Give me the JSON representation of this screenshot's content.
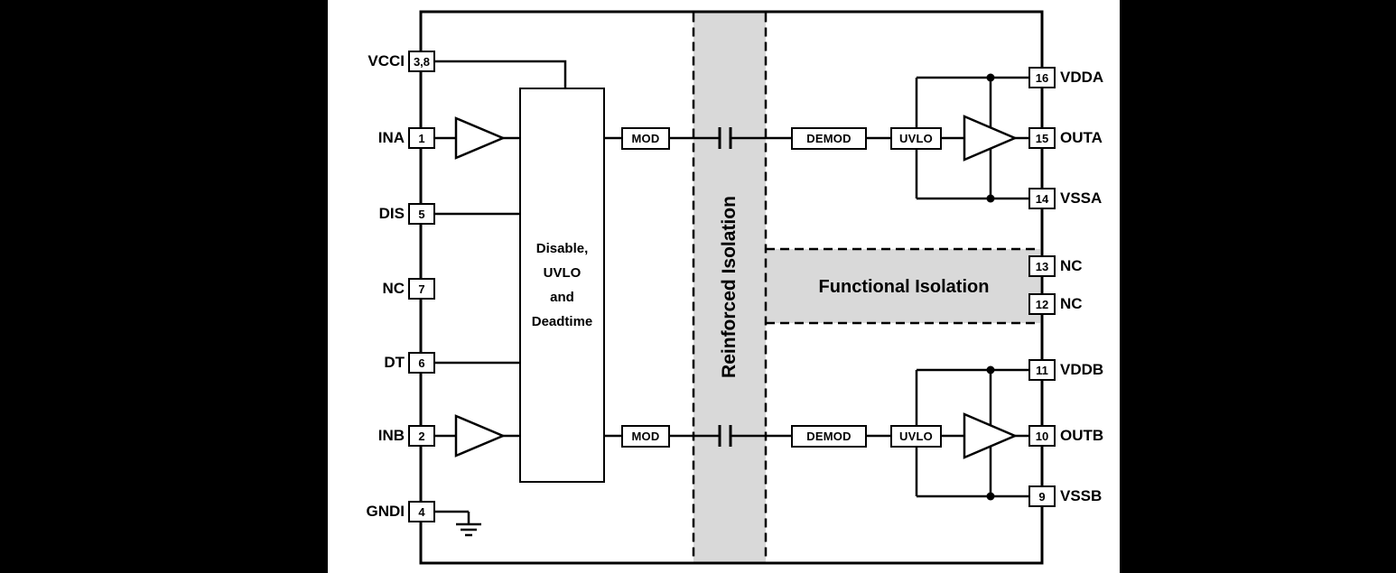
{
  "colors": {
    "background_matte": "#000000",
    "canvas": "#ffffff",
    "line": "#000000",
    "isolation_fill": "#d9d9d9"
  },
  "pins": {
    "left": [
      {
        "name": "VCCI",
        "number": "3,8"
      },
      {
        "name": "INA",
        "number": "1"
      },
      {
        "name": "DIS",
        "number": "5"
      },
      {
        "name": "NC",
        "number": "7"
      },
      {
        "name": "DT",
        "number": "6"
      },
      {
        "name": "INB",
        "number": "2"
      },
      {
        "name": "GNDI",
        "number": "4"
      }
    ],
    "right": [
      {
        "name": "VDDA",
        "number": "16"
      },
      {
        "name": "OUTA",
        "number": "15"
      },
      {
        "name": "VSSA",
        "number": "14"
      },
      {
        "name": "NC",
        "number": "13"
      },
      {
        "name": "NC",
        "number": "12"
      },
      {
        "name": "VDDB",
        "number": "11"
      },
      {
        "name": "OUTB",
        "number": "10"
      },
      {
        "name": "VSSB",
        "number": "9"
      }
    ]
  },
  "blocks": {
    "control": {
      "line1": "Disable,",
      "line2": "UVLO",
      "line3": "and",
      "line4": "Deadtime"
    },
    "mod_a": "MOD",
    "demod_a": "DEMOD",
    "uvlo_a": "UVLO",
    "mod_b": "MOD",
    "demod_b": "DEMOD",
    "uvlo_b": "UVLO",
    "reinforced_isolation": "Reinforced Isolation",
    "functional_isolation": "Functional Isolation"
  }
}
